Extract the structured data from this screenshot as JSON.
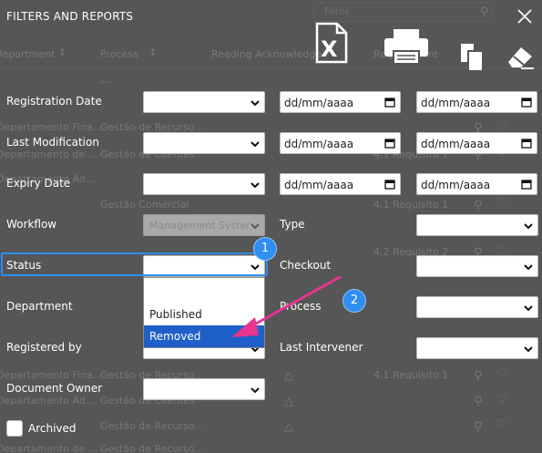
{
  "modal": {
    "title": "FILTERS AND REPORTS"
  },
  "background": {
    "search_placeholder": "Filter",
    "columns": [
      "Department",
      "Process",
      "Reading Acknowledge",
      "Requirement"
    ],
    "rows": [
      {
        "dept": "---",
        "process": "",
        "req": ""
      },
      {
        "dept": "Departamento Fina...",
        "process": "Gestão de Recurso...",
        "req": ""
      },
      {
        "dept": "Departamento de ...",
        "process": "Gestão de Clientes",
        "req": "4.1 Requisito 1"
      },
      {
        "dept": "Departamento Ad...",
        "process": "",
        "req": ""
      },
      {
        "dept": "",
        "process": "Gestão Comercial",
        "req": "4.1 Requisito 1"
      },
      {
        "dept": "",
        "process": "",
        "req": "4.2 Requisito 2"
      },
      {
        "dept": "Departamento Fina...",
        "process": "Gestão de Recurso...",
        "req": "4.1 Requisito 1"
      },
      {
        "dept": "Departamento Ad...",
        "process": "Gestão de Clientes",
        "req": ""
      },
      {
        "dept": "",
        "process": "Gestão de Recurso...",
        "req": ""
      },
      {
        "dept": "Departamento de ...",
        "process": "Gestão de Recurso...",
        "req": ""
      }
    ]
  },
  "filters": {
    "registration_date": "Registration Date",
    "last_modification": "Last Modification",
    "expiry_date": "Expiry Date",
    "workflow": "Workflow",
    "workflow_value": "Management Syster",
    "type": "Type",
    "status": "Status",
    "checkout": "Checkout",
    "department": "Department",
    "process": "Process",
    "registered_by": "Registered by",
    "last_intervener": "Last Intervener",
    "document_owner": "Document Owner",
    "archived": "Archived",
    "date_placeholder": "dd/mm/aaaa"
  },
  "status_options": [
    "Published",
    "Removed"
  ],
  "badges": [
    "1",
    "2"
  ],
  "colors": {
    "overlay": "#565656",
    "highlight": "#2e8ff0",
    "selected_option": "#1f5fc9",
    "arrow": "#e8348f"
  }
}
